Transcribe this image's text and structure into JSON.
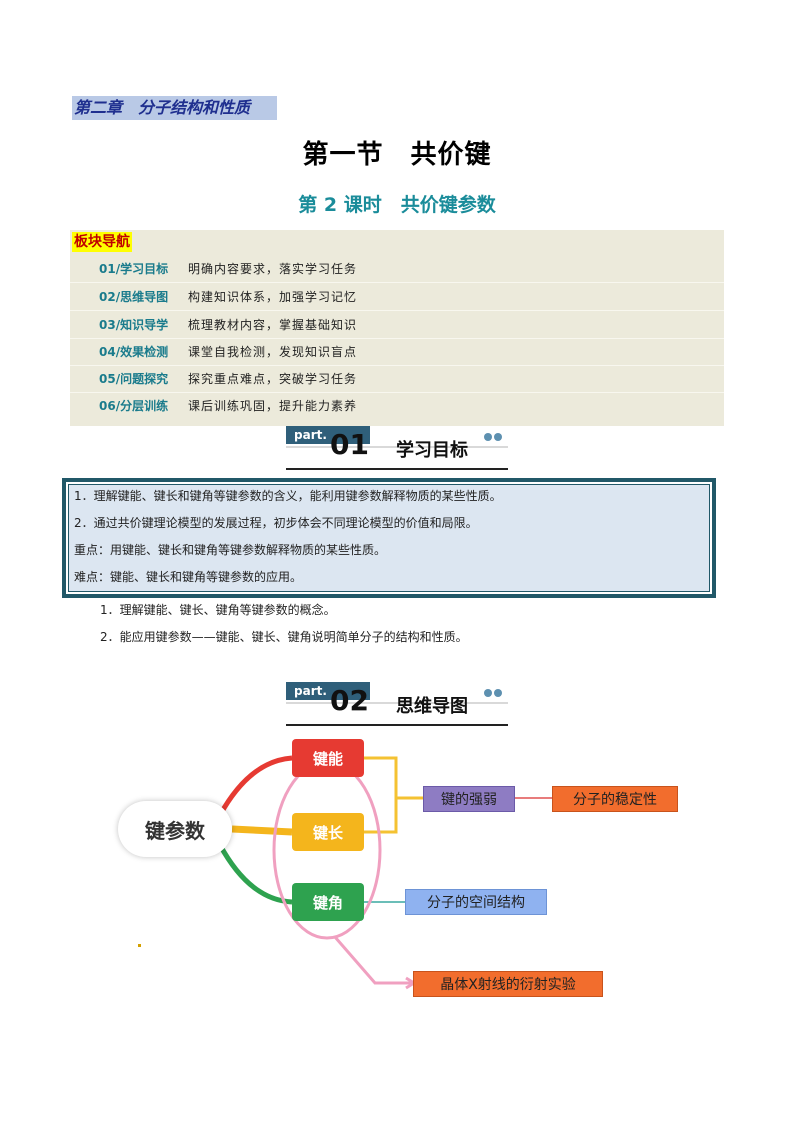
{
  "chapter": "第二章　分子结构和性质",
  "section_title": "第一节　共价键",
  "lesson_title": "第 2 课时　共价键参数",
  "nav": {
    "title": "板块导航",
    "items": [
      {
        "code": "01/学习目标",
        "desc": "明确内容要求，落实学习任务"
      },
      {
        "code": "02/思维导图",
        "desc": "构建知识体系，加强学习记忆"
      },
      {
        "code": "03/知识导学",
        "desc": "梳理教材内容，掌握基础知识"
      },
      {
        "code": "04/效果检测",
        "desc": "课堂自我检测，发现知识盲点"
      },
      {
        "code": "05/问题探究",
        "desc": "探究重点难点，突破学习任务"
      },
      {
        "code": "06/分层训练",
        "desc": "课后训练巩固，提升能力素养"
      }
    ]
  },
  "part1": {
    "tag": "part.",
    "num": "01",
    "name": "学习目标"
  },
  "goals": [
    "1．理解键能、键长和键角等键参数的含义，能利用键参数解释物质的某些性质。",
    "2．通过共价键理论模型的发展过程，初步体会不同理论模型的价值和局限。",
    "重点：用键能、键长和键角等键参数解释物质的某些性质。",
    "难点：键能、键长和键角等键参数的应用。"
  ],
  "objectives": [
    "1．理解键能、键长、键角等键参数的概念。",
    "2．能应用键参数——键能、键长、键角说明简单分子的结构和性质。"
  ],
  "part2": {
    "tag": "part.",
    "num": "02",
    "name": "思维导图"
  },
  "mindmap": {
    "center": "键参数",
    "energy": "键能",
    "length": "键长",
    "angle": "键角",
    "strength": "键的强弱",
    "stability": "分子的稳定性",
    "spatial": "分子的空间结构",
    "xray": "晶体X射线的衍射实验"
  }
}
